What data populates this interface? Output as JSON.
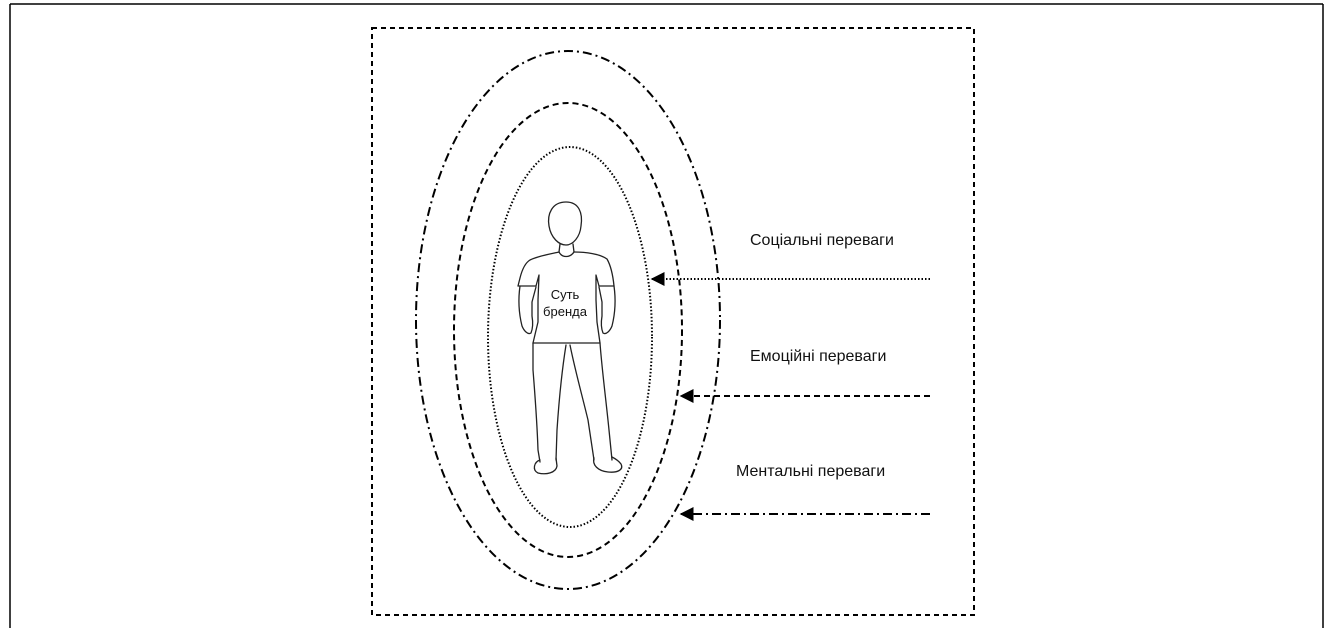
{
  "diagram": {
    "core_label_line1": "Суть",
    "core_label_line2": "бренда",
    "layers": [
      {
        "label": "Соціальні переваги",
        "line_style": "dotted"
      },
      {
        "label": "Емоційні переваги",
        "line_style": "dashed"
      },
      {
        "label": "Ментальні переваги",
        "line_style": "dash-dot"
      }
    ],
    "figure": "human-figure-sketch",
    "colors": {
      "line": "#000000",
      "background": "#ffffff"
    }
  }
}
